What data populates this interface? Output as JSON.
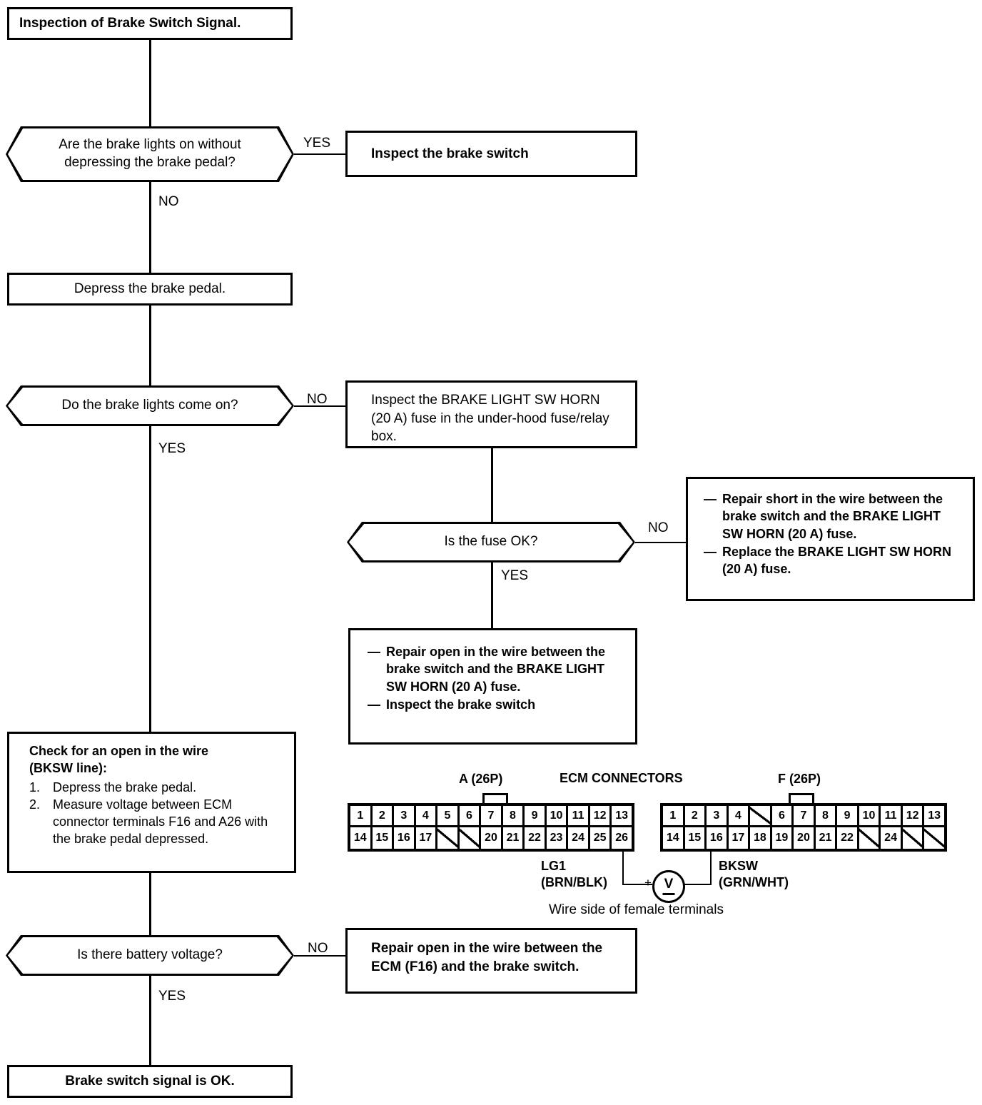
{
  "flow": {
    "title_box": {
      "label": "Inspection of Brake Switch Signal."
    },
    "q1": {
      "label": "Are the brake lights on without depressing the brake pedal?",
      "yes": "YES",
      "no": "NO"
    },
    "q1_yes_box": {
      "label": "Inspect the brake switch"
    },
    "action1": {
      "label": "Depress the brake pedal."
    },
    "q2": {
      "label": "Do the brake lights come on?",
      "yes": "YES",
      "no": "NO"
    },
    "q2_no_box": {
      "label": "Inspect the BRAKE LIGHT SW HORN (20 A) fuse in the under-hood fuse/relay box."
    },
    "q3": {
      "label": "Is the fuse OK?",
      "yes": "YES",
      "no": "NO"
    },
    "q3_no_box": {
      "items": [
        "Repair short in the wire between the brake switch and the BRAKE LIGHT SW HORN (20 A) fuse.",
        "Replace the BRAKE LIGHT SW HORN (20 A) fuse."
      ],
      "dash": "—"
    },
    "q3_yes_box": {
      "items": [
        "Repair open in the wire between the brake switch and the BRAKE LIGHT SW HORN (20 A) fuse.",
        "Inspect the brake switch"
      ],
      "dash": "—"
    },
    "check_box": {
      "heading_line1": "Check for an open in the wire",
      "heading_line2": "(BKSW line):",
      "steps": [
        {
          "num": "1.",
          "text": "Depress the brake pedal."
        },
        {
          "num": "2.",
          "text": "Measure voltage between ECM connector terminals F16 and A26 with the brake pedal depressed."
        }
      ]
    },
    "q4": {
      "label": "Is there battery voltage?",
      "yes": "YES",
      "no": "NO"
    },
    "q4_no_box": {
      "label": "Repair open in the wire between the ECM (F16) and the brake switch."
    },
    "final_box": {
      "label": "Brake switch signal is OK."
    }
  },
  "ecm": {
    "heading": "ECM CONNECTORS",
    "caption": "Wire side of female terminals",
    "connector_a": {
      "title": "A (26P)",
      "key_tab_over_pin": "7",
      "top_row": [
        "1",
        "2",
        "3",
        "4",
        "5",
        "6",
        "7",
        "8",
        "9",
        "10",
        "11",
        "12",
        "13"
      ],
      "bottom_row": [
        "14",
        "15",
        "16",
        "17",
        "",
        "",
        "20",
        "21",
        "22",
        "23",
        "24",
        "25",
        "26"
      ]
    },
    "connector_f": {
      "title": "F (26P)",
      "key_tab_over_pin": "7",
      "top_row": [
        "1",
        "2",
        "3",
        "4",
        "",
        "6",
        "7",
        "8",
        "9",
        "10",
        "11",
        "12",
        "13"
      ],
      "bottom_row": [
        "14",
        "15",
        "16",
        "17",
        "18",
        "19",
        "20",
        "21",
        "22",
        "",
        "24",
        "",
        ""
      ]
    },
    "wire_left": {
      "name": "LG1",
      "color": "(BRN/BLK)"
    },
    "wire_right": {
      "name": "BKSW",
      "color": "(GRN/WHT)"
    },
    "meter": {
      "symbol": "V",
      "polarity": "+"
    }
  },
  "colors": {
    "ink": "#000000",
    "paper": "#ffffff"
  }
}
